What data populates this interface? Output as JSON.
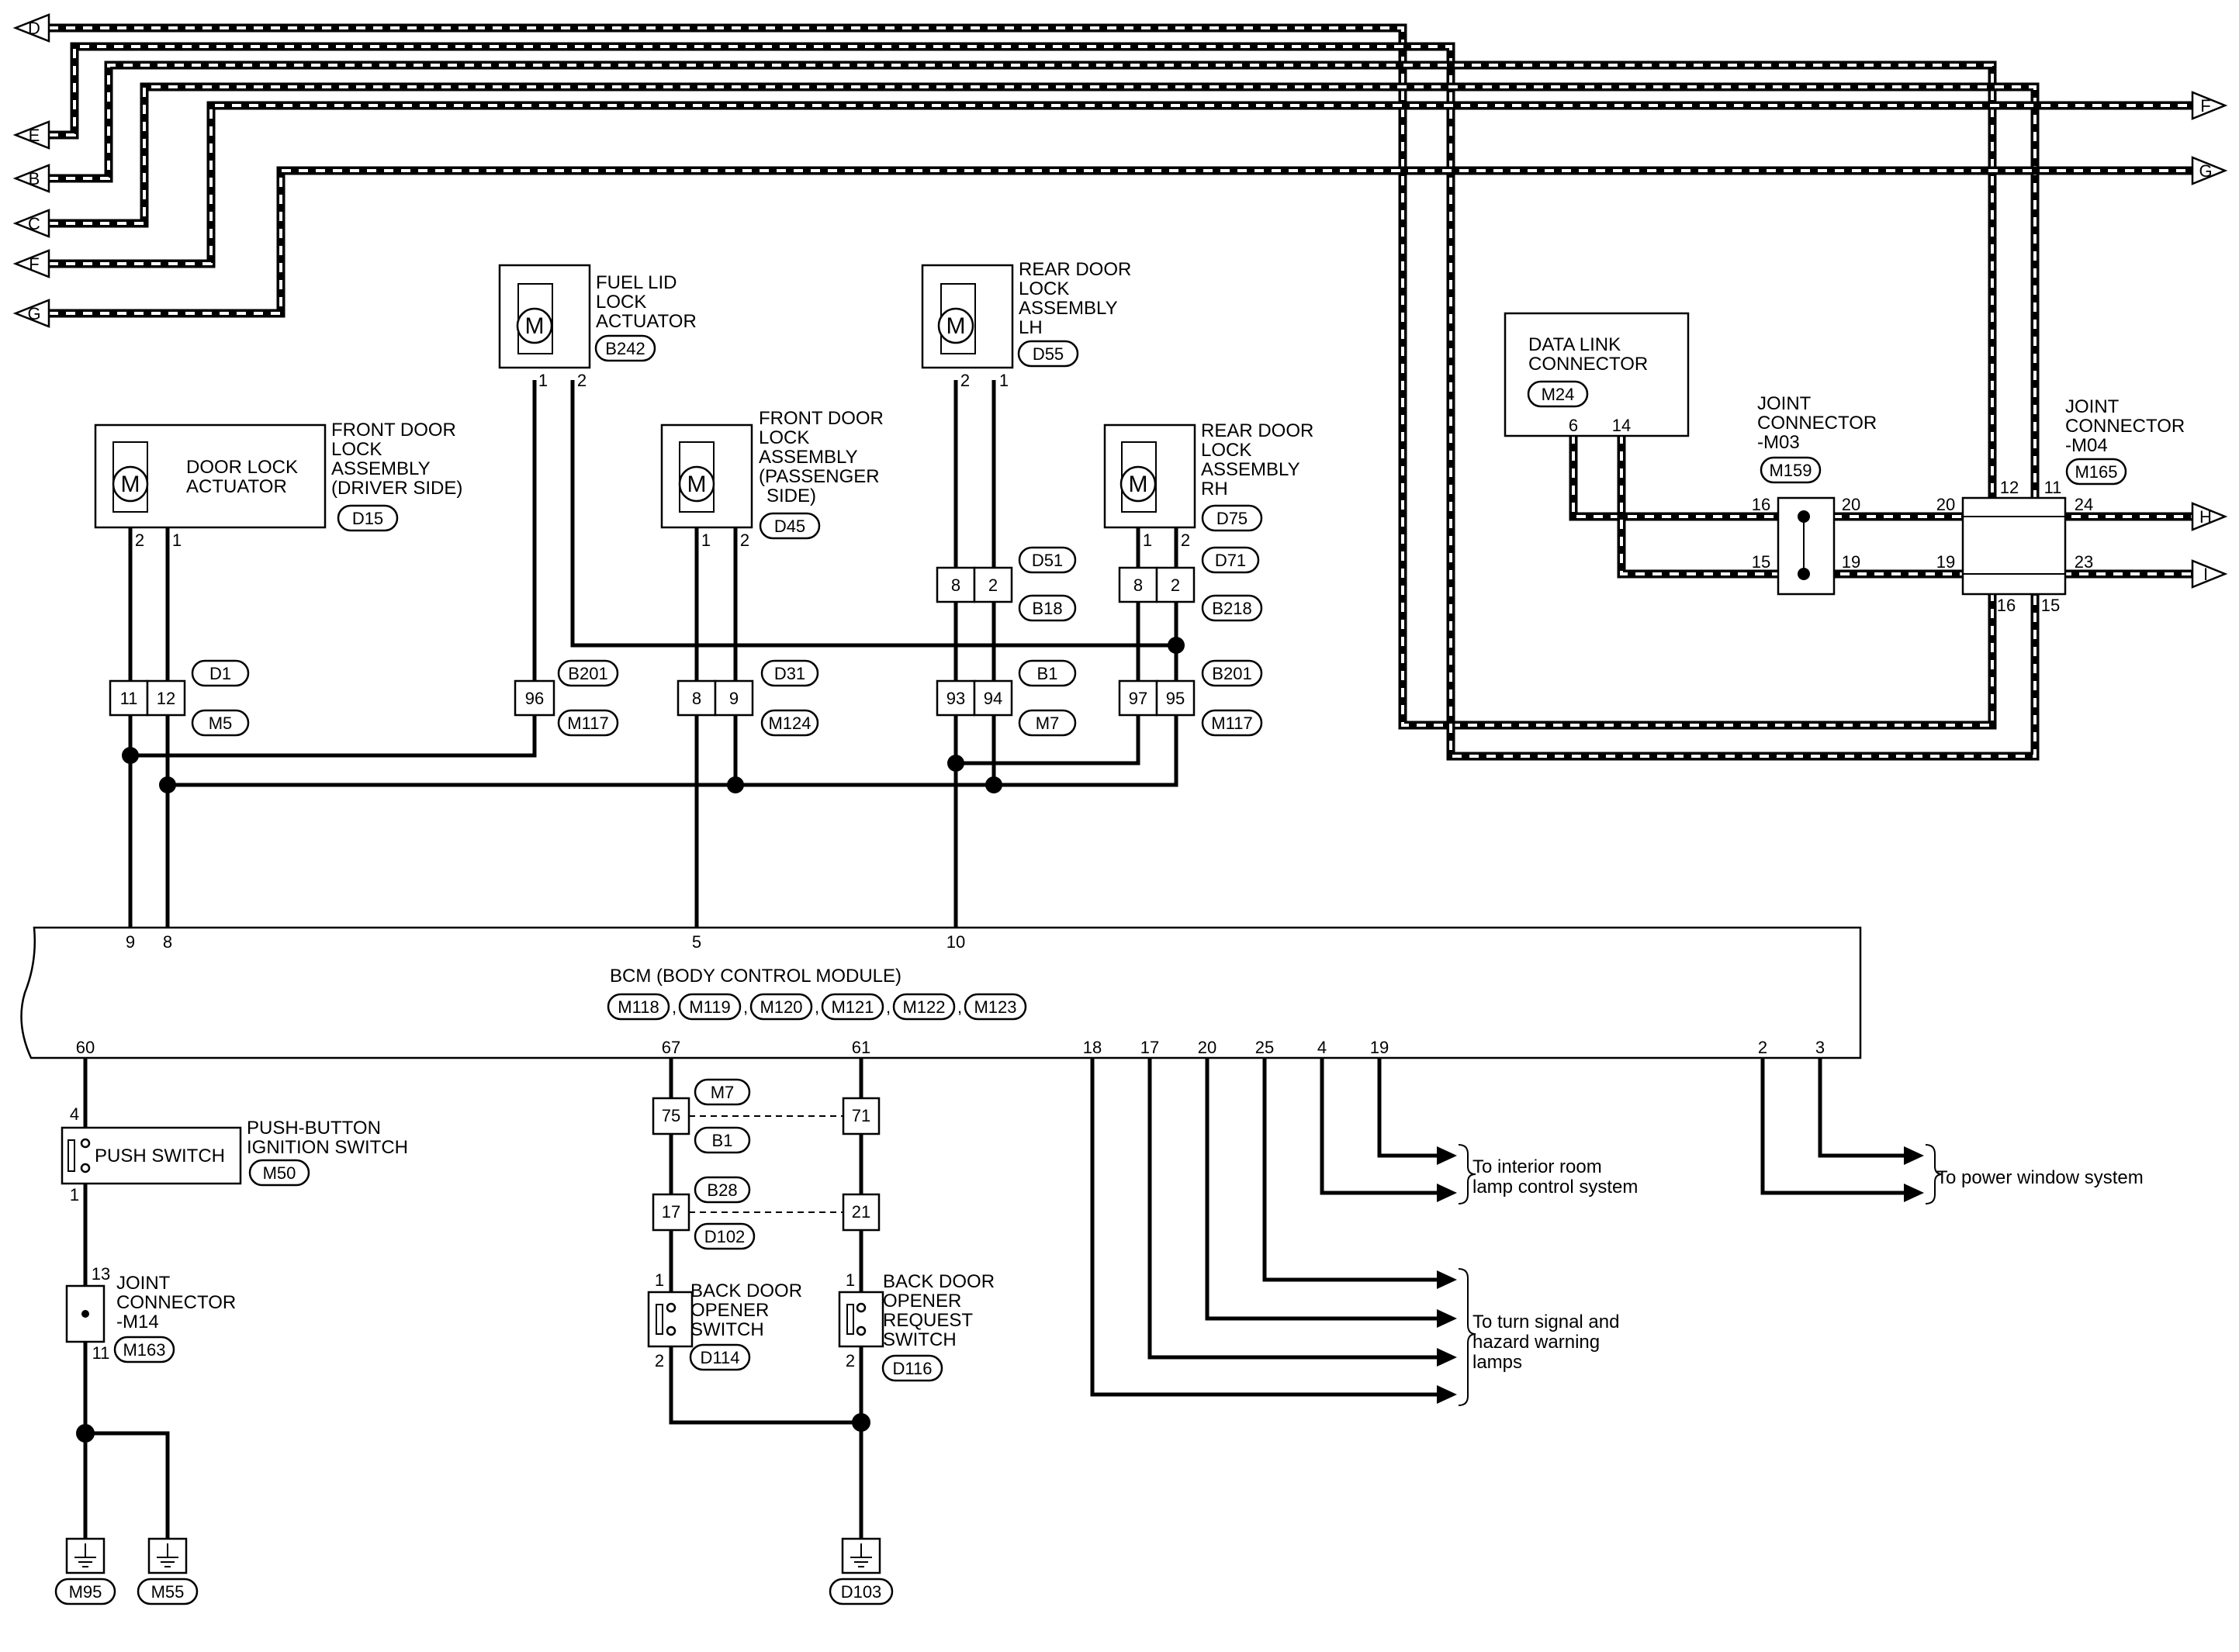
{
  "offpage": [
    "D",
    "E",
    "B",
    "C",
    "F",
    "G",
    "F",
    "G",
    "H",
    "I"
  ],
  "components": {
    "fuel_lid": {
      "name": [
        "FUEL LID",
        "LOCK",
        "ACTUATOR"
      ],
      "conn": "B242",
      "pins": [
        "1",
        "2"
      ]
    },
    "rear_lh": {
      "name": [
        "REAR DOOR",
        "LOCK",
        "ASSEMBLY",
        "LH"
      ],
      "conn": "D55",
      "pins": [
        "2",
        "1"
      ]
    },
    "front_drv": {
      "name": [
        "FRONT DOOR",
        "LOCK",
        "ASSEMBLY",
        "(DRIVER SIDE)"
      ],
      "inner": [
        "DOOR LOCK",
        "ACTUATOR"
      ],
      "conn": "D15",
      "pins": [
        "2",
        "1"
      ]
    },
    "front_pass": {
      "name": [
        "FRONT DOOR",
        "LOCK",
        "ASSEMBLY",
        "(PASSENGER",
        "SIDE)"
      ],
      "conn": "D45",
      "pins": [
        "1",
        "2"
      ]
    },
    "rear_rh": {
      "name": [
        "REAR DOOR",
        "LOCK",
        "ASSEMBLY",
        "RH"
      ],
      "conn": "D75",
      "pins": [
        "1",
        "2"
      ]
    },
    "dlc": {
      "name": [
        "DATA LINK",
        "CONNECTOR"
      ],
      "conn": "M24",
      "pins": [
        "6",
        "14"
      ]
    },
    "jc_m03": {
      "name": [
        "JOINT",
        "CONNECTOR",
        "-M03"
      ],
      "conn": "M159",
      "pins": [
        "16",
        "20",
        "15",
        "19"
      ]
    },
    "jc_m04": {
      "name": [
        "JOINT",
        "CONNECTOR",
        "-M04"
      ],
      "conn": "M165",
      "pins": [
        "12",
        "11",
        "20",
        "24",
        "19",
        "23",
        "16",
        "15"
      ]
    },
    "bcm": {
      "name": "BCM (BODY CONTROL MODULE)",
      "conns": [
        "M118",
        "M119",
        "M120",
        "M121",
        "M122",
        "M123"
      ],
      "top_pins": [
        "9",
        "8",
        "5",
        "10"
      ],
      "bottom_pins": [
        "60",
        "67",
        "61",
        "18",
        "17",
        "20",
        "25",
        "4",
        "19",
        "2",
        "3"
      ]
    },
    "push": {
      "inner": "PUSH SWITCH",
      "name": [
        "PUSH-BUTTON",
        "IGNITION SWITCH"
      ],
      "conn": "M50",
      "pins": [
        "4",
        "1"
      ]
    },
    "jc_m14": {
      "name": [
        "JOINT",
        "CONNECTOR",
        "-M14"
      ],
      "conn": "M163",
      "pins": [
        "13",
        "11"
      ]
    },
    "bd_opener": {
      "name": [
        "BACK DOOR",
        "OPENER",
        "SWITCH"
      ],
      "conn": "D114",
      "pins": [
        "1",
        "2"
      ]
    },
    "bd_request": {
      "name": [
        "BACK DOOR",
        "OPENER",
        "REQUEST",
        "SWITCH"
      ],
      "conn": "D116",
      "pins": [
        "1",
        "2"
      ]
    }
  },
  "inline_connectors": {
    "d1_m5": {
      "pins": [
        "11",
        "12"
      ],
      "top": "D1",
      "bottom": "M5"
    },
    "b201_m117a": {
      "pins": [
        "96"
      ],
      "top": "B201",
      "bottom": "M117"
    },
    "d31_m124": {
      "pins": [
        "8",
        "9"
      ],
      "top": "D31",
      "bottom": "M124"
    },
    "d51_b18": {
      "pins": [
        "8",
        "2"
      ],
      "top": "D51",
      "bottom": "B18"
    },
    "b1_m7": {
      "pins": [
        "93",
        "94"
      ],
      "top": "B1",
      "bottom": "M7"
    },
    "d71_b218": {
      "pins": [
        "8",
        "2"
      ],
      "top": "D71",
      "bottom": "B218"
    },
    "b201_m117b": {
      "pins": [
        "97",
        "95"
      ],
      "top": "B201",
      "bottom": "M117"
    },
    "m7_b1": {
      "pins": [
        "75",
        "71"
      ],
      "top": "M7",
      "bottom": "B1"
    },
    "b28_d102": {
      "pins": [
        "17",
        "21"
      ],
      "top": "B28",
      "bottom": "D102"
    }
  },
  "grounds": [
    "M95",
    "M55",
    "D103"
  ],
  "destinations": {
    "interior": [
      "To interior room",
      "lamp control system"
    ],
    "turn": [
      "To turn signal and",
      "hazard warning",
      "lamps"
    ],
    "power_window": "To power window system"
  }
}
